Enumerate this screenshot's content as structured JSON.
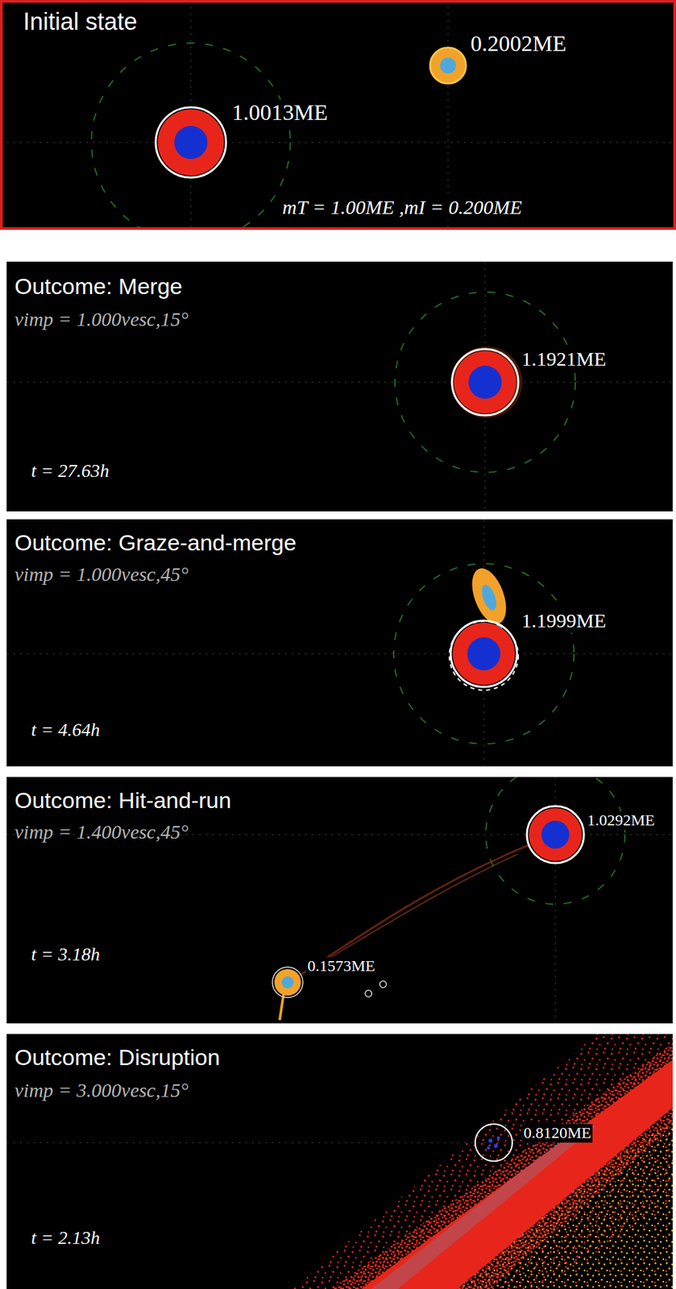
{
  "diagram": {
    "nodes": [
      {
        "text": [
          "Initial state",
          "0.2002ME",
          "1.0013ME",
          "mT = 1.00ME ,mI = 0.200ME"
        ]
      },
      {
        "text": [
          "Outcome: Merge",
          "vimp = 1.000vesc,15°",
          "1.1921ME",
          "t = 27.63h"
        ]
      },
      {
        "text": [
          "Outcome: Graze-and-merge",
          "vimp = 1.000vesc,45°",
          "1.1999ME",
          "t = 4.64h"
        ]
      },
      {
        "text": [
          "Outcome: Hit-and-run",
          "vimp = 1.400vesc,45°",
          "1.0292ME",
          "0.1573ME",
          "t = 3.18h"
        ]
      },
      {
        "text": [
          "Outcome: Disruption",
          "vimp = 3.000vesc,15°",
          "0.8120ME",
          "t = 2.13h"
        ]
      }
    ]
  }
}
